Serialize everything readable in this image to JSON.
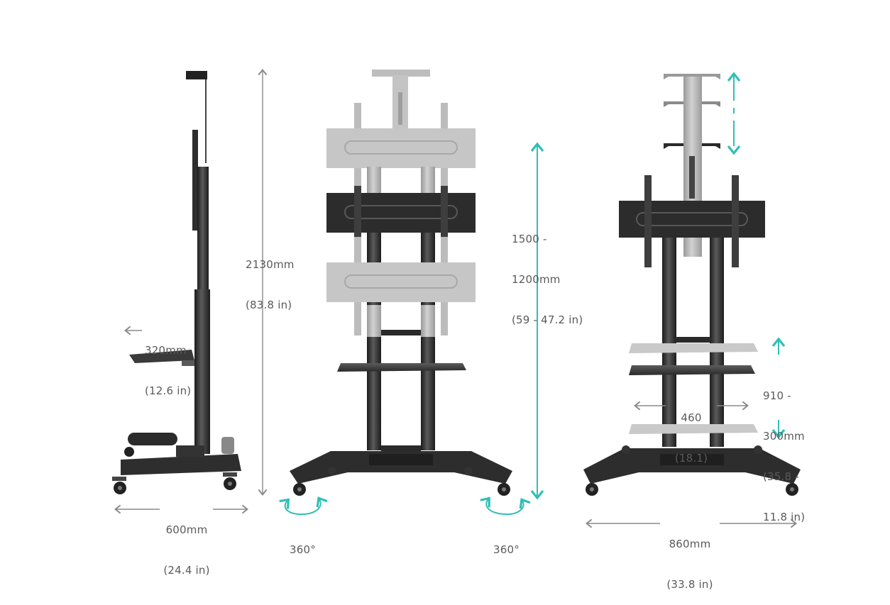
{
  "colors": {
    "stand_dark": "#2b2b2b",
    "stand_mid": "#3c3c3c",
    "ghost": "#b9b9b9",
    "dimension_line": "#8a8a8a",
    "accent_teal": "#2fbfb6",
    "text": "#5a5a5a"
  },
  "side_view": {
    "height": {
      "line1": "2130mm",
      "line2": "(83.8 in)"
    },
    "shelf_depth": {
      "line1": "320mm",
      "line2": "(12.6 in)"
    },
    "base_depth": {
      "line1": "600mm",
      "line2": "(24.4 in)"
    }
  },
  "front_view": {
    "mount_adjust": {
      "line1": "1500 -",
      "line2": "1200mm",
      "line3": "(59 - 47.2 in)"
    },
    "rotation_left": "360°",
    "rotation_right": "360°"
  },
  "back_view": {
    "shelf_height": {
      "line1": "910 -",
      "line2": "300mm",
      "line3": "(35.8 -",
      "line4": "11.8 in)"
    },
    "shelf_width": {
      "line1": "460",
      "line2": "(18.1)"
    },
    "base_width": {
      "line1": "860mm",
      "line2": "(33.8 in)"
    }
  }
}
